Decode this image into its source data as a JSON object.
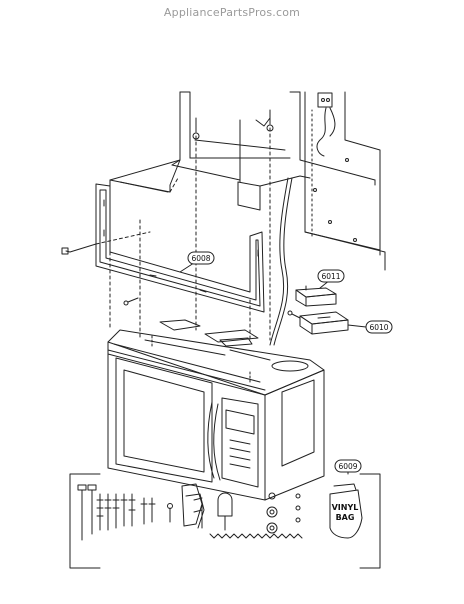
{
  "watermark": "AppliancePartsPros.com",
  "callouts": {
    "frame": "6008",
    "upper_vent": "6011",
    "lower_vent": "6010",
    "hardware_kit": "6009"
  },
  "bag_label": [
    "VINYL",
    "BAG"
  ]
}
